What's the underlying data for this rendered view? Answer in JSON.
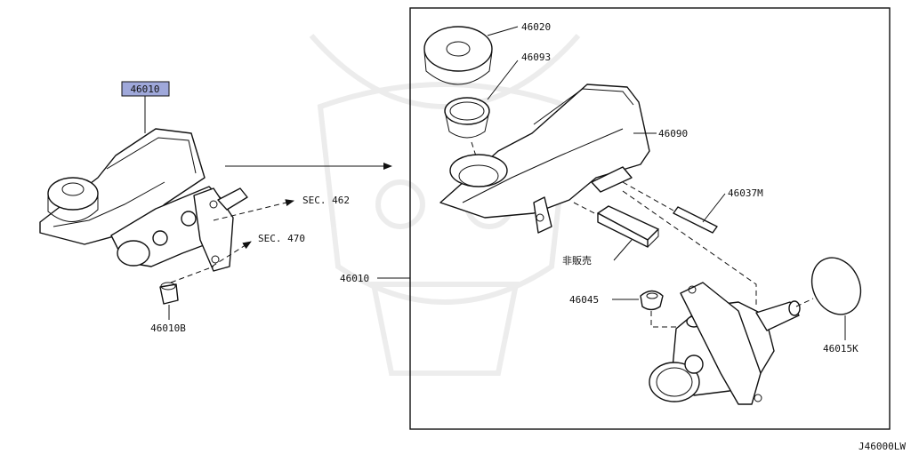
{
  "diagram": {
    "highlight_color": "#9fa8da",
    "callouts": {
      "main_assembly": "46010",
      "reservoir_cap": "46020",
      "strainer": "46093",
      "reservoir_tank": "46090",
      "pin": "46037M",
      "not_sold": "非販売",
      "seal_grommet": "46045",
      "o_ring": "46015K",
      "assembly_in_box": "46010",
      "bush": "46010B",
      "sec_462": "SEC. 462",
      "sec_470": "SEC. 470"
    },
    "figure_code": "J46000LW"
  }
}
